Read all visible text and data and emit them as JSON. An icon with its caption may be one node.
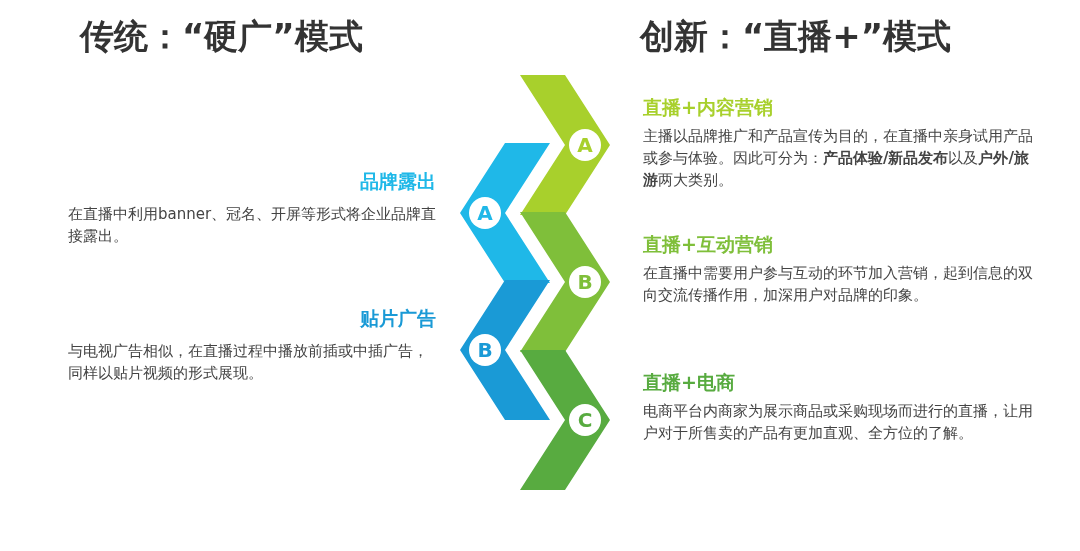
{
  "diagram": {
    "nodes": [
      {
        "text": [
          "A"
        ],
        "beside": [
          "品牌露出",
          "在直播中利用banner、冠名、开屏等形式将企业品牌直接露出。"
        ]
      },
      {
        "text": [
          "B"
        ],
        "beside": [
          "贴片广告",
          "与电视广告相似，在直播过程中播放前插或中插广告，同样以贴片视频的形式展现。"
        ]
      },
      {
        "text": [
          "A"
        ],
        "beside": [
          "直播+内容营销",
          "主播以品牌推广和产品宣传为目的，在直播中亲身试用产品或参与体验。因此可分为：**产品体验/新品发布**以及**户外/旅游**两大类别。"
        ]
      },
      {
        "text": [
          "B"
        ],
        "beside": [
          "直播+互动营销",
          "在直播中需要用户参与互动的环节加入营销，起到信息的双向交流传播作用，加深用户对品牌的印象。"
        ]
      },
      {
        "text": [
          "C"
        ],
        "beside": [
          "直播+电商",
          "电商平台内商家为展示商品或采购现场而进行的直播，让用户对于所售卖的产品有更加直观、全方位的了解。"
        ]
      }
    ],
    "edges": [],
    "labels": [
      "传统：“硬广”模式",
      "创新：“直播+”模式"
    ]
  }
}
